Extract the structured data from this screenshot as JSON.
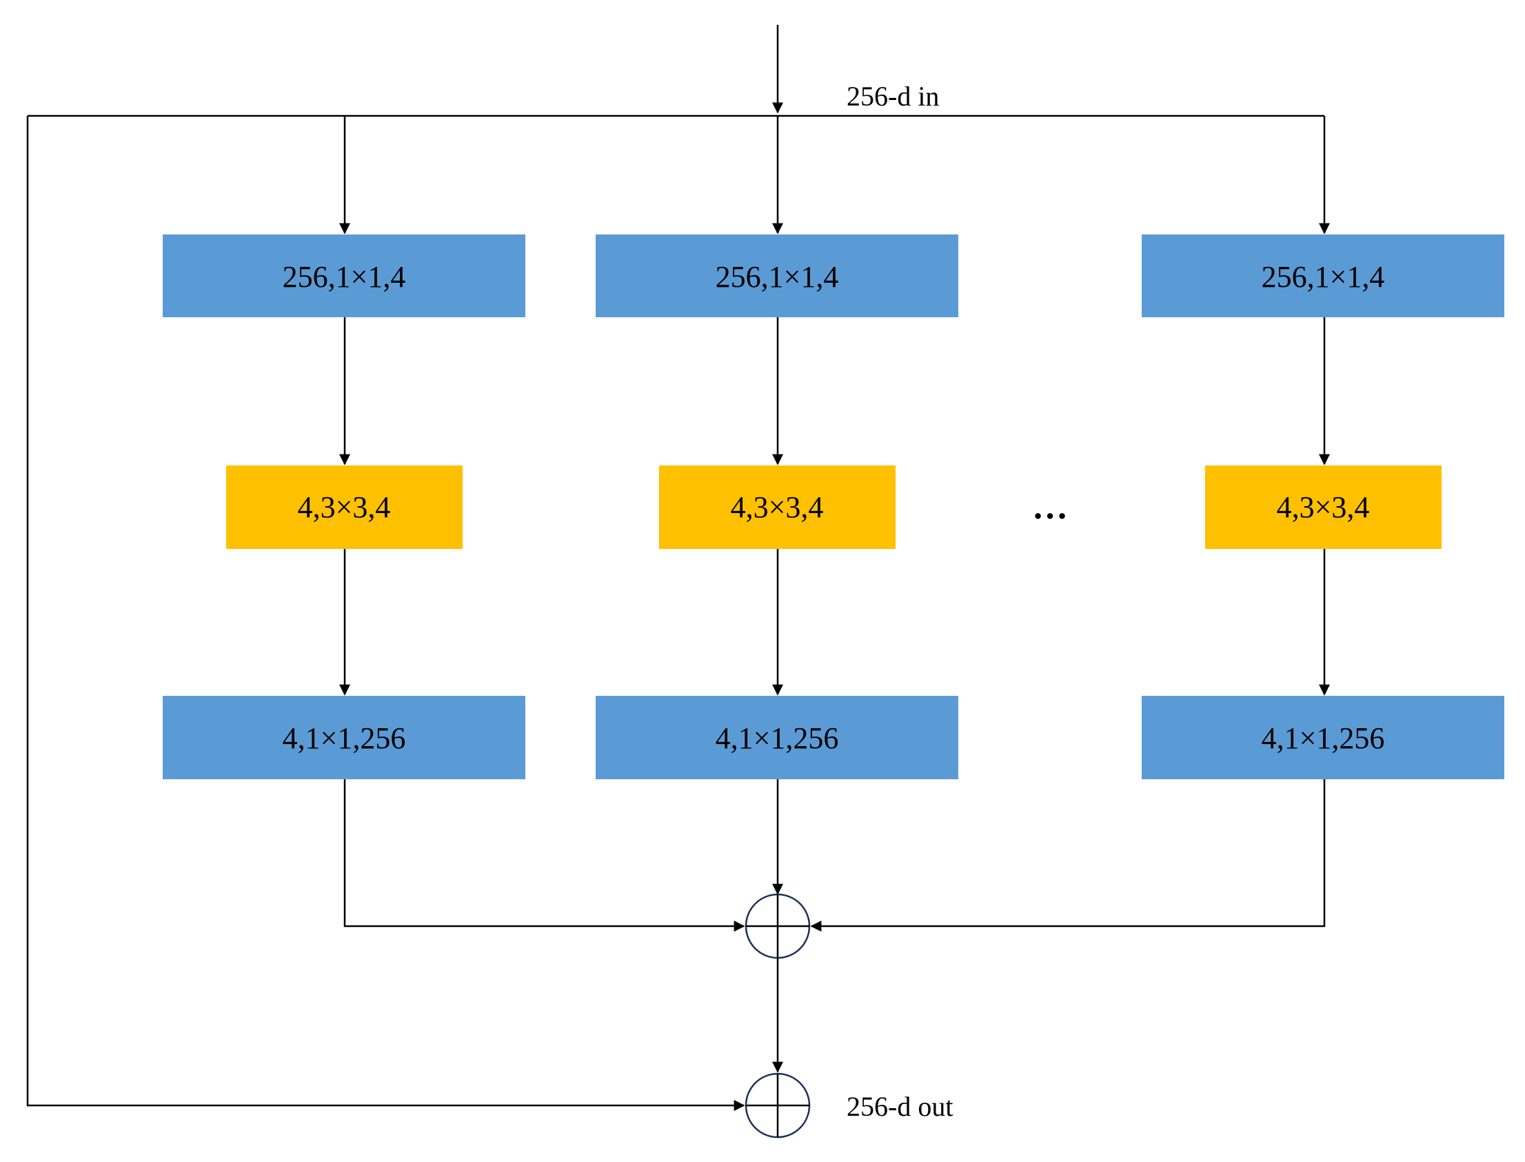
{
  "labels": {
    "input": "256-d in",
    "output": "256-d out",
    "ellipsis": "…"
  },
  "branches": [
    {
      "top": "256,1×1,4",
      "middle": "4,3×3,4",
      "bottom": "4,1×1,256"
    },
    {
      "top": "256,1×1,4",
      "middle": "4,3×3,4",
      "bottom": "4,1×1,256"
    },
    {
      "top": "256,1×1,4",
      "middle": "4,3×3,4",
      "bottom": "4,1×1,256"
    }
  ],
  "colors": {
    "blue_box": "#5b9bd5",
    "yellow_box": "#ffc000"
  }
}
